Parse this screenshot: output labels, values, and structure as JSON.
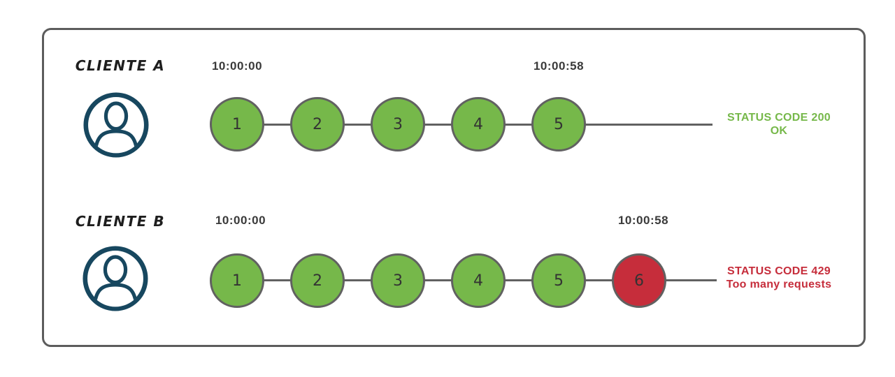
{
  "colors": {
    "green": "#76b84a",
    "red": "#c62d3b",
    "stroke": "#616161",
    "navy": "#17475f",
    "frame_border": "#5c5c5c",
    "time_text": "#3a3a3a",
    "number_text": "#333333"
  },
  "rows": [
    {
      "client_label": "CLIENTE A",
      "start_time": "10:00:00",
      "end_time": "10:00:58",
      "requests": [
        {
          "n": "1",
          "status": "ok"
        },
        {
          "n": "2",
          "status": "ok"
        },
        {
          "n": "3",
          "status": "ok"
        },
        {
          "n": "4",
          "status": "ok"
        },
        {
          "n": "5",
          "status": "ok"
        }
      ],
      "status_line1": "STATUS CODE 200",
      "status_line2": "OK",
      "status_color": "green"
    },
    {
      "client_label": "CLIENTE B",
      "start_time": "10:00:00",
      "end_time": "10:00:58",
      "requests": [
        {
          "n": "1",
          "status": "ok"
        },
        {
          "n": "2",
          "status": "ok"
        },
        {
          "n": "3",
          "status": "ok"
        },
        {
          "n": "4",
          "status": "ok"
        },
        {
          "n": "5",
          "status": "ok"
        },
        {
          "n": "6",
          "status": "error"
        }
      ],
      "status_line1": "STATUS CODE 429",
      "status_line2": "Too many requests",
      "status_color": "red"
    }
  ]
}
